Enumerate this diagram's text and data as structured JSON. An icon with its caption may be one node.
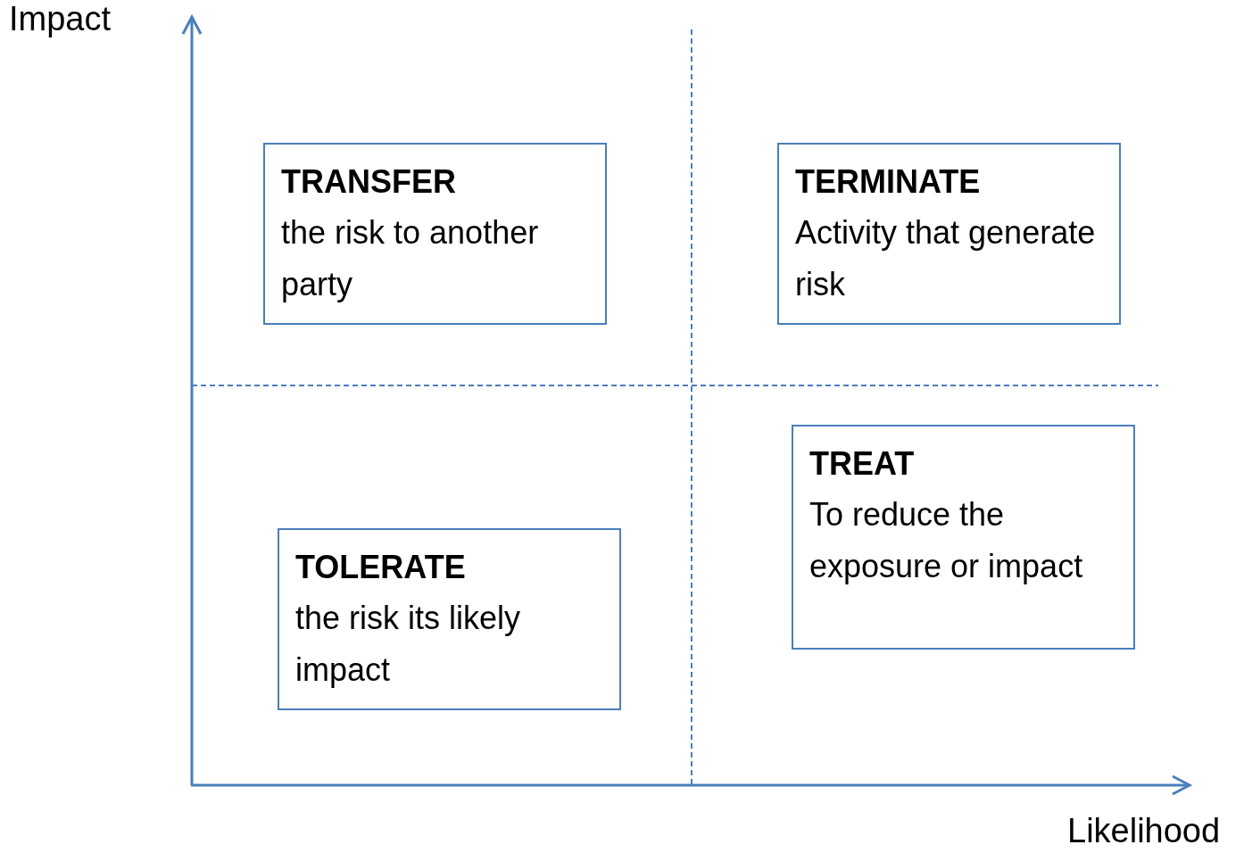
{
  "diagram": {
    "nodes": [
      {
        "text": [
          "TRANSFER",
          "the risk to another party"
        ]
      },
      {
        "text": [
          "TERMINATE",
          "Activity that generate risk"
        ]
      },
      {
        "text": [
          "TREAT",
          "To reduce the exposure or impact"
        ]
      },
      {
        "text": [
          "TOLERATE",
          "the risk its likely impact"
        ]
      }
    ],
    "labels": [
      "Impact",
      "Likelihood"
    ]
  }
}
